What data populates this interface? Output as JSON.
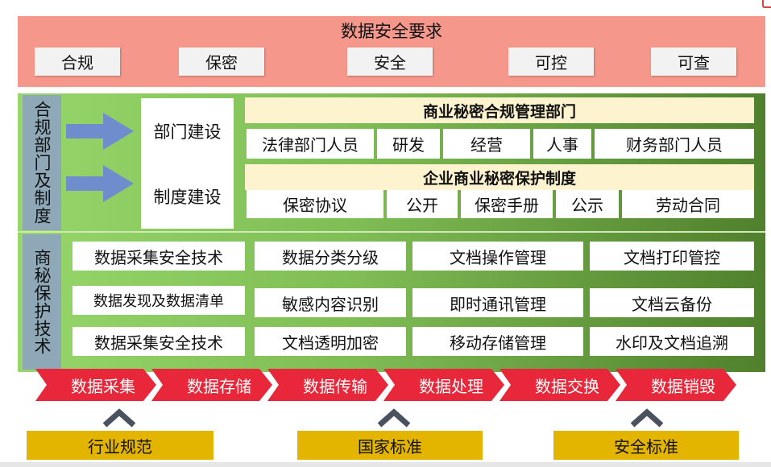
{
  "requirements": {
    "title": "数据安全要求",
    "items": [
      "合规",
      "保密",
      "安全",
      "可控",
      "可查"
    ]
  },
  "compliance": {
    "side_label": "合规部门及制度",
    "build_items": [
      "部门建设",
      "制度建设"
    ],
    "dept_header": "商业秘密合规管理部门",
    "dept_cells": [
      "法律部门人员",
      "研发",
      "经营",
      "人事",
      "财务部门人员"
    ],
    "policy_header": "企业商业秘密保护制度",
    "policy_cells": [
      "保密协议",
      "公开",
      "保密手册",
      "公示",
      "劳动合同"
    ]
  },
  "protection": {
    "side_label": "商秘保护技术",
    "rows": [
      [
        "数据采集安全技术",
        "数据分类分级",
        "文档操作管理",
        "文档打印管控"
      ],
      [
        "数据发现及数据清单",
        "敏感内容识别",
        "即时通讯管理",
        "文档云备份"
      ],
      [
        "数据采集安全技术",
        "文档透明加密",
        "移动存储管理",
        "水印及文档追溯"
      ]
    ]
  },
  "lifecycle": [
    "数据采集",
    "数据存储",
    "数据传输",
    "数据处理",
    "数据交换",
    "数据销毁"
  ],
  "standards": [
    "行业规范",
    "国家标准",
    "安全标准"
  ],
  "colors": {
    "requirement_band": "#f5978a",
    "green_panel": "#7fbd55",
    "side_strip": "#8fa8b8",
    "arrow": "#6f8ccc",
    "header_bar": "#fdf3cf",
    "chevron": "#e8283a",
    "standard_box": "#e3b400"
  }
}
